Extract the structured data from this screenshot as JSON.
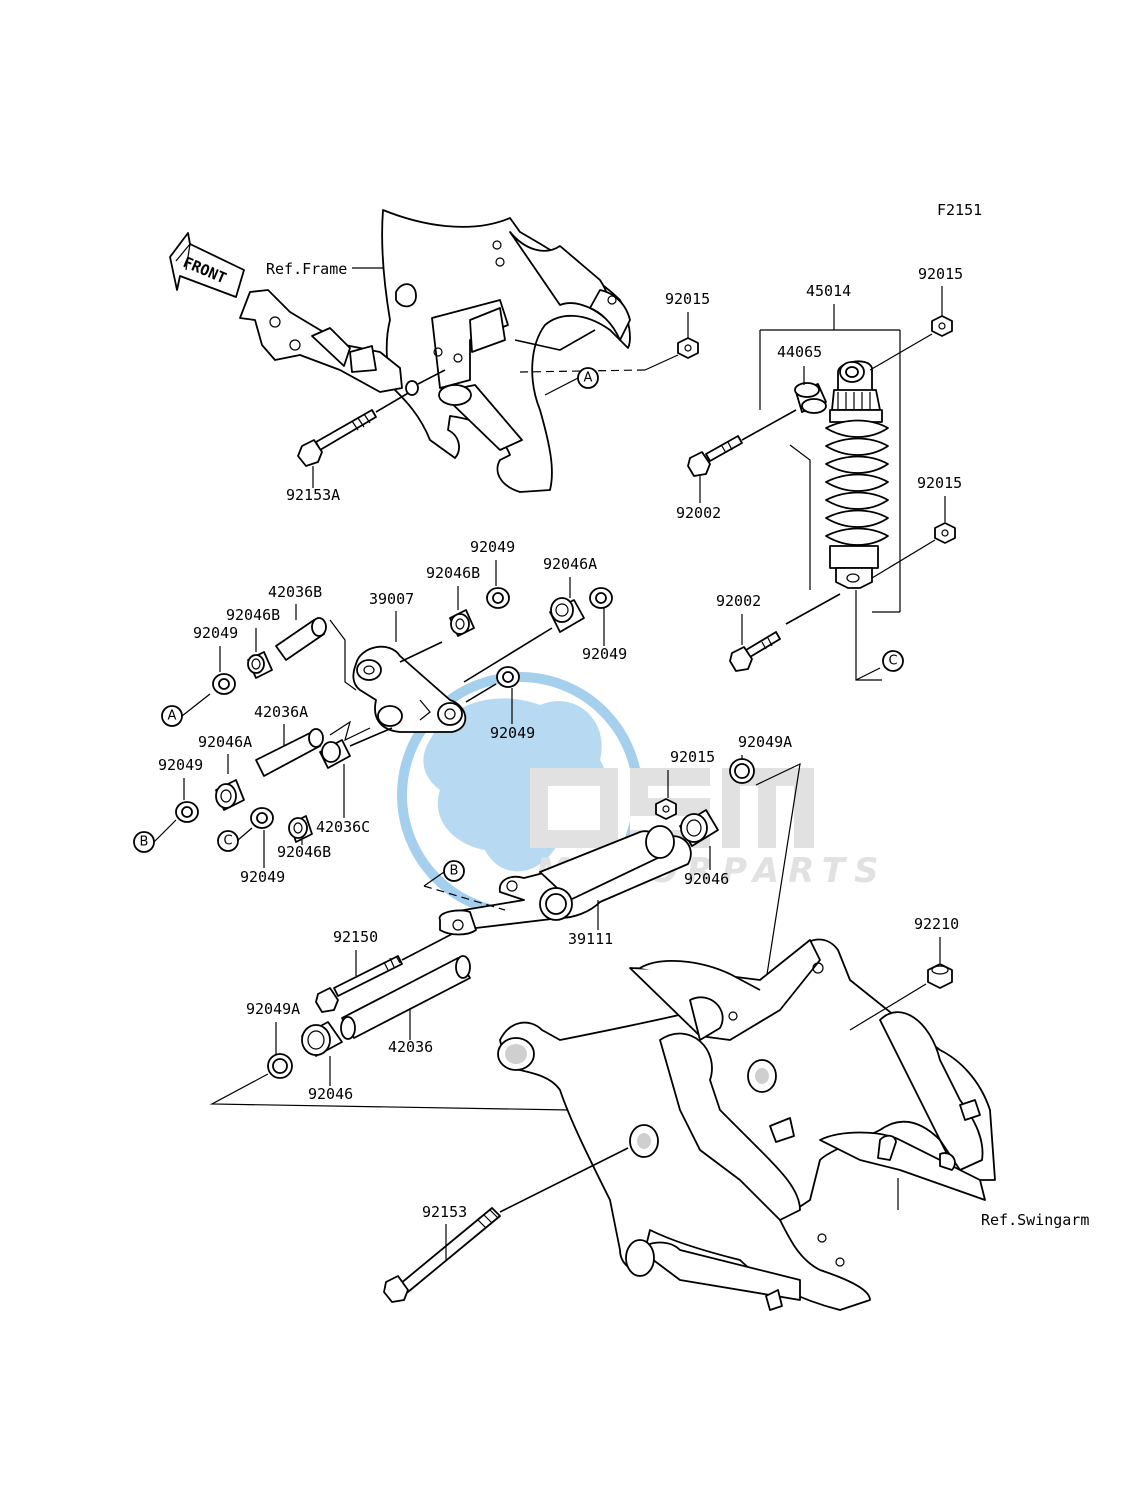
{
  "figure_code": "F2151",
  "front_arrow_label": "FRONT",
  "references": {
    "frame": "Ref.Frame",
    "swingarm": "Ref.Swingarm"
  },
  "watermark": {
    "brand": "OSM",
    "subtitle": "MOTORPARTS",
    "colors": {
      "globe": "#5aa8e0",
      "letters": "#c9c9c9"
    }
  },
  "callout_letters": [
    "A",
    "B",
    "C"
  ],
  "part_labels": {
    "p92015_top": "92015",
    "p92153A": "92153A",
    "p45014": "45014",
    "p92015_shock_top": "92015",
    "p44065": "44065",
    "p92002_top": "92002",
    "p92015_shock_bottom": "92015",
    "p92002_bottom": "92002",
    "p92049_a": "92049",
    "p92046B_a": "92046B",
    "p42036B": "42036B",
    "p39007": "39007",
    "p92046B_b": "92046B",
    "p92049_b": "92049",
    "p92046A_right": "92046A",
    "p92049_c": "92049",
    "p92049_d": "92049",
    "p42036A": "42036A",
    "p92046A_left": "92046A",
    "p92049_e": "92049",
    "p42036C": "42036C",
    "p92046B_c": "92046B",
    "p92049_f": "92049",
    "p92015_rod": "92015",
    "p92049A_top": "92049A",
    "p92046_top": "92046",
    "p39111": "39111",
    "p92150": "92150",
    "p42036": "42036",
    "p92049A_bottom": "92049A",
    "p92046_bottom": "92046",
    "p92210": "92210",
    "p92153": "92153"
  }
}
